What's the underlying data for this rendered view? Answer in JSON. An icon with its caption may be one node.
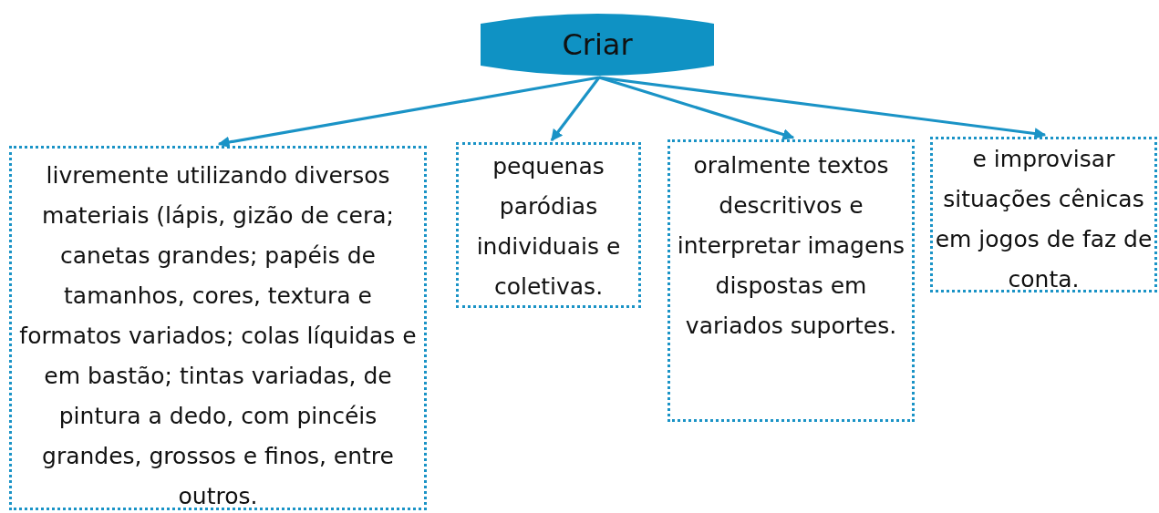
{
  "diagram": {
    "nodes": [
      {
        "text": [
          "Criar"
        ]
      },
      {
        "text": [
          "livremente utilizando diversos materiais (lápis, gizão de cera; canetas grandes; papéis de tamanhos, cores, textura e formatos variados; colas líquidas e em bastão; tintas variadas, de pintura a dedo, com pincéis grandes, grossos e finos, entre outros."
        ]
      },
      {
        "text": [
          "pequenas paródias individuais e coletivas."
        ]
      },
      {
        "text": [
          "oralmente textos descritivos e interpretar imagens dispostas em variados suportes."
        ]
      },
      {
        "text": [
          "e improvisar situações cênicas em jogos de faz de conta."
        ]
      }
    ],
    "edges": [
      {
        "from": 0,
        "to": 1,
        "arrow": "to"
      },
      {
        "from": 0,
        "to": 2,
        "arrow": "to"
      },
      {
        "from": 0,
        "to": 3,
        "arrow": "to"
      },
      {
        "from": 0,
        "to": 4,
        "arrow": "to"
      }
    ]
  }
}
